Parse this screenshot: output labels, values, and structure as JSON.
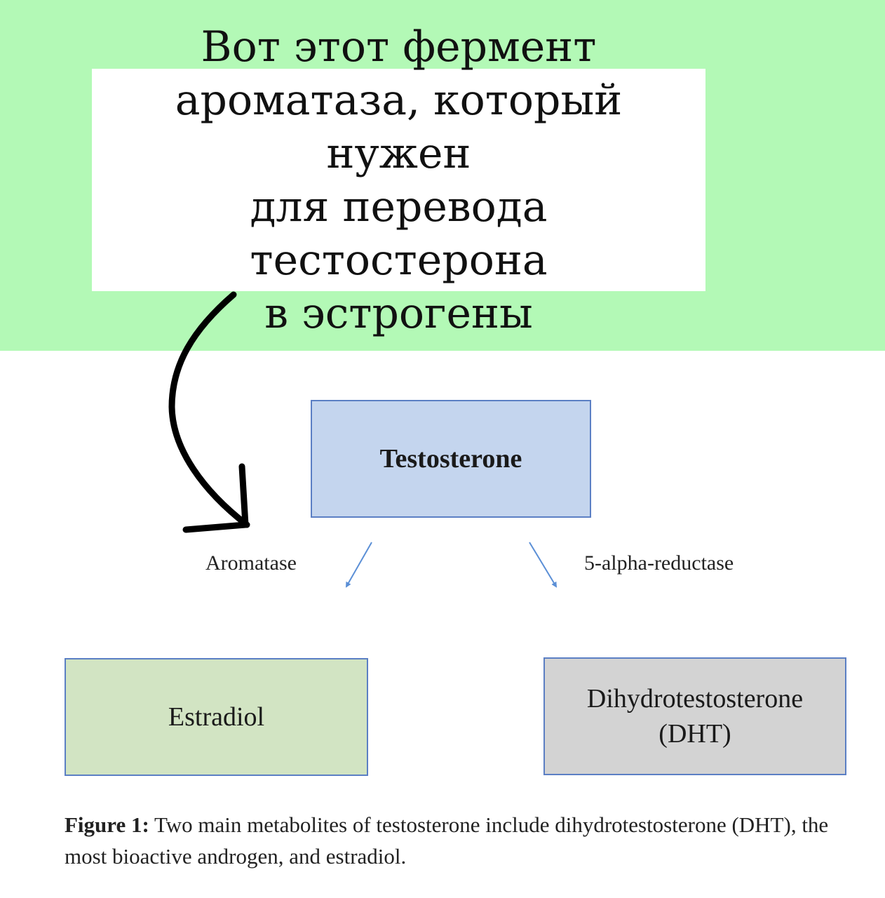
{
  "callout": {
    "lines": [
      "Вот этот фермент",
      "ароматаза, который нужен",
      "для перевода тестостерона",
      "в эстрогены"
    ]
  },
  "diagram": {
    "nodes": {
      "testosterone": "Testosterone",
      "estradiol": "Estradiol",
      "dht_line1": "Dihydrotestosterone",
      "dht_line2": "(DHT)"
    },
    "enzymes": {
      "aromatase": "Aromatase",
      "reductase": "5-alpha-reductase"
    },
    "caption": {
      "label": "Figure 1:",
      "text": " Two main metabolites of testosterone include dihydrotestosterone (DHT), the most bioactive androgen, and estradiol."
    }
  },
  "colors": {
    "top_band": "#b3f9b6",
    "testosterone_fill": "#c4d5ee",
    "estradiol_fill": "#d2e4c3",
    "dht_fill": "#d3d3d3",
    "box_border": "#5b7fc4",
    "arrow_blue": "#5b8fd6",
    "hand_arrow": "#000000"
  }
}
